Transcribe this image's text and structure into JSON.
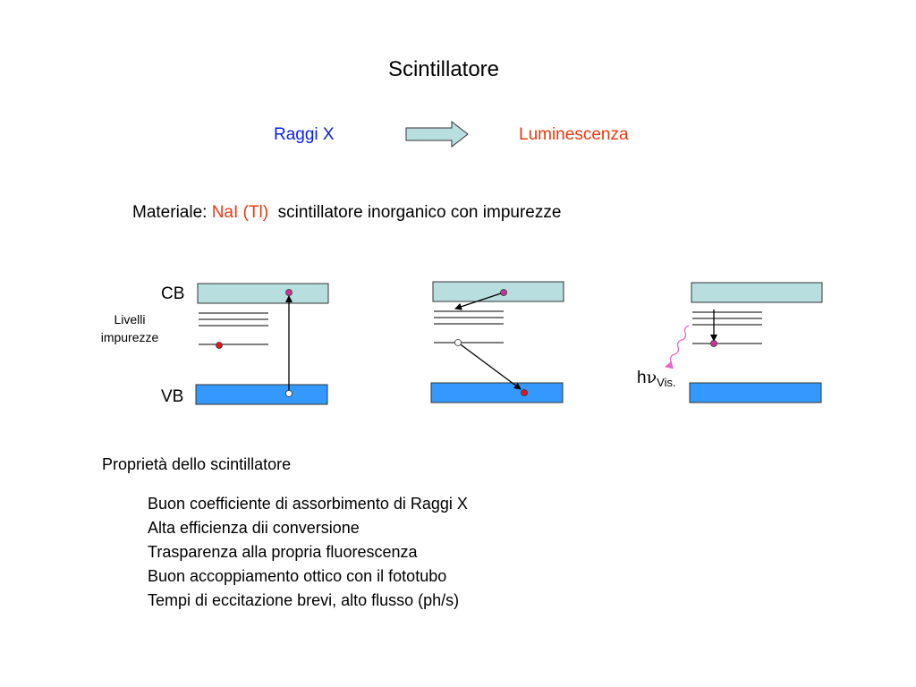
{
  "slide": {
    "title": "Scintillatore",
    "input": "Raggi X",
    "output": "Luminescenza",
    "material_prefix": "Materiale: ",
    "material_name": "NaI (Tl)",
    "material_desc": "scintillatore inorganico con impurezze"
  },
  "diagram": {
    "cb_label": "CB",
    "vb_label": "VB",
    "impurity_label": "Livelli impurezze",
    "photon_h": "h",
    "photon_nu": "ν",
    "photon_sub": "Vis.",
    "colors": {
      "conduction_band": "#b8dee0",
      "valence_band": "#3399ff",
      "electron": "#cc3399",
      "electron_red": "#e8141e",
      "photon": "#e066c8"
    }
  },
  "properties": {
    "title": "Proprietà dello scintillatore",
    "items": [
      "Buon coefficiente di assorbimento di Raggi X",
      "Alta efficienza dii conversione",
      "Trasparenza alla propria fluorescenza",
      "Buon accoppiamento ottico con il fototubo",
      "Tempi di eccitazione brevi, alto flusso (ph/s)"
    ]
  }
}
